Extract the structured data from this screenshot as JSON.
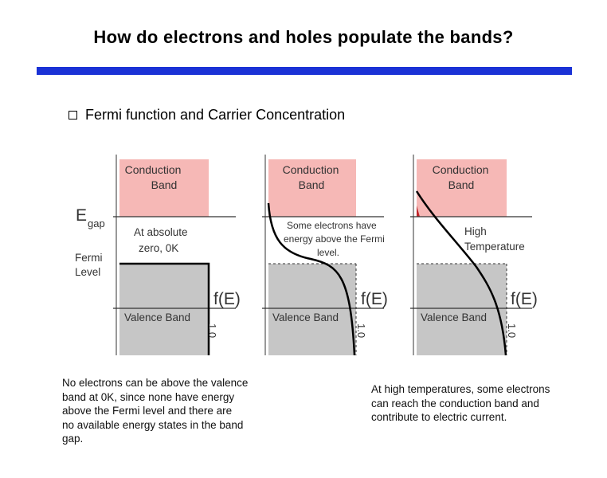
{
  "title": "How do electrons and holes populate the bands?",
  "bullet": "Fermi function and Carrier Concentration",
  "labels": {
    "conduction_1": "Conduction",
    "conduction_2": "Band",
    "valence": "Valence Band",
    "e": "E",
    "gap": "gap",
    "fermi_1": "Fermi",
    "fermi_2": "Level",
    "fE": "f(E)",
    "one": "1.0"
  },
  "panels": [
    {
      "note": [
        "At absolute",
        "zero, 0K"
      ]
    },
    {
      "note": [
        "Some electrons have",
        "energy above the Fermi",
        "level."
      ]
    },
    {
      "note": [
        "High",
        "Temperature"
      ]
    }
  ],
  "captions": {
    "left": [
      "No electrons can be above the valence",
      "band at 0K, since none have energy",
      "above the Fermi level and there are",
      "no available energy states in the band",
      "gap."
    ],
    "right": [
      "At high temperatures, some electrons",
      "can reach the conduction band and",
      "contribute to electric current."
    ]
  },
  "colors": {
    "rule": "#1a32d6",
    "conduction": "#f6b8b6",
    "valence": "#c6c6c6",
    "electrons": "#c0262b"
  }
}
